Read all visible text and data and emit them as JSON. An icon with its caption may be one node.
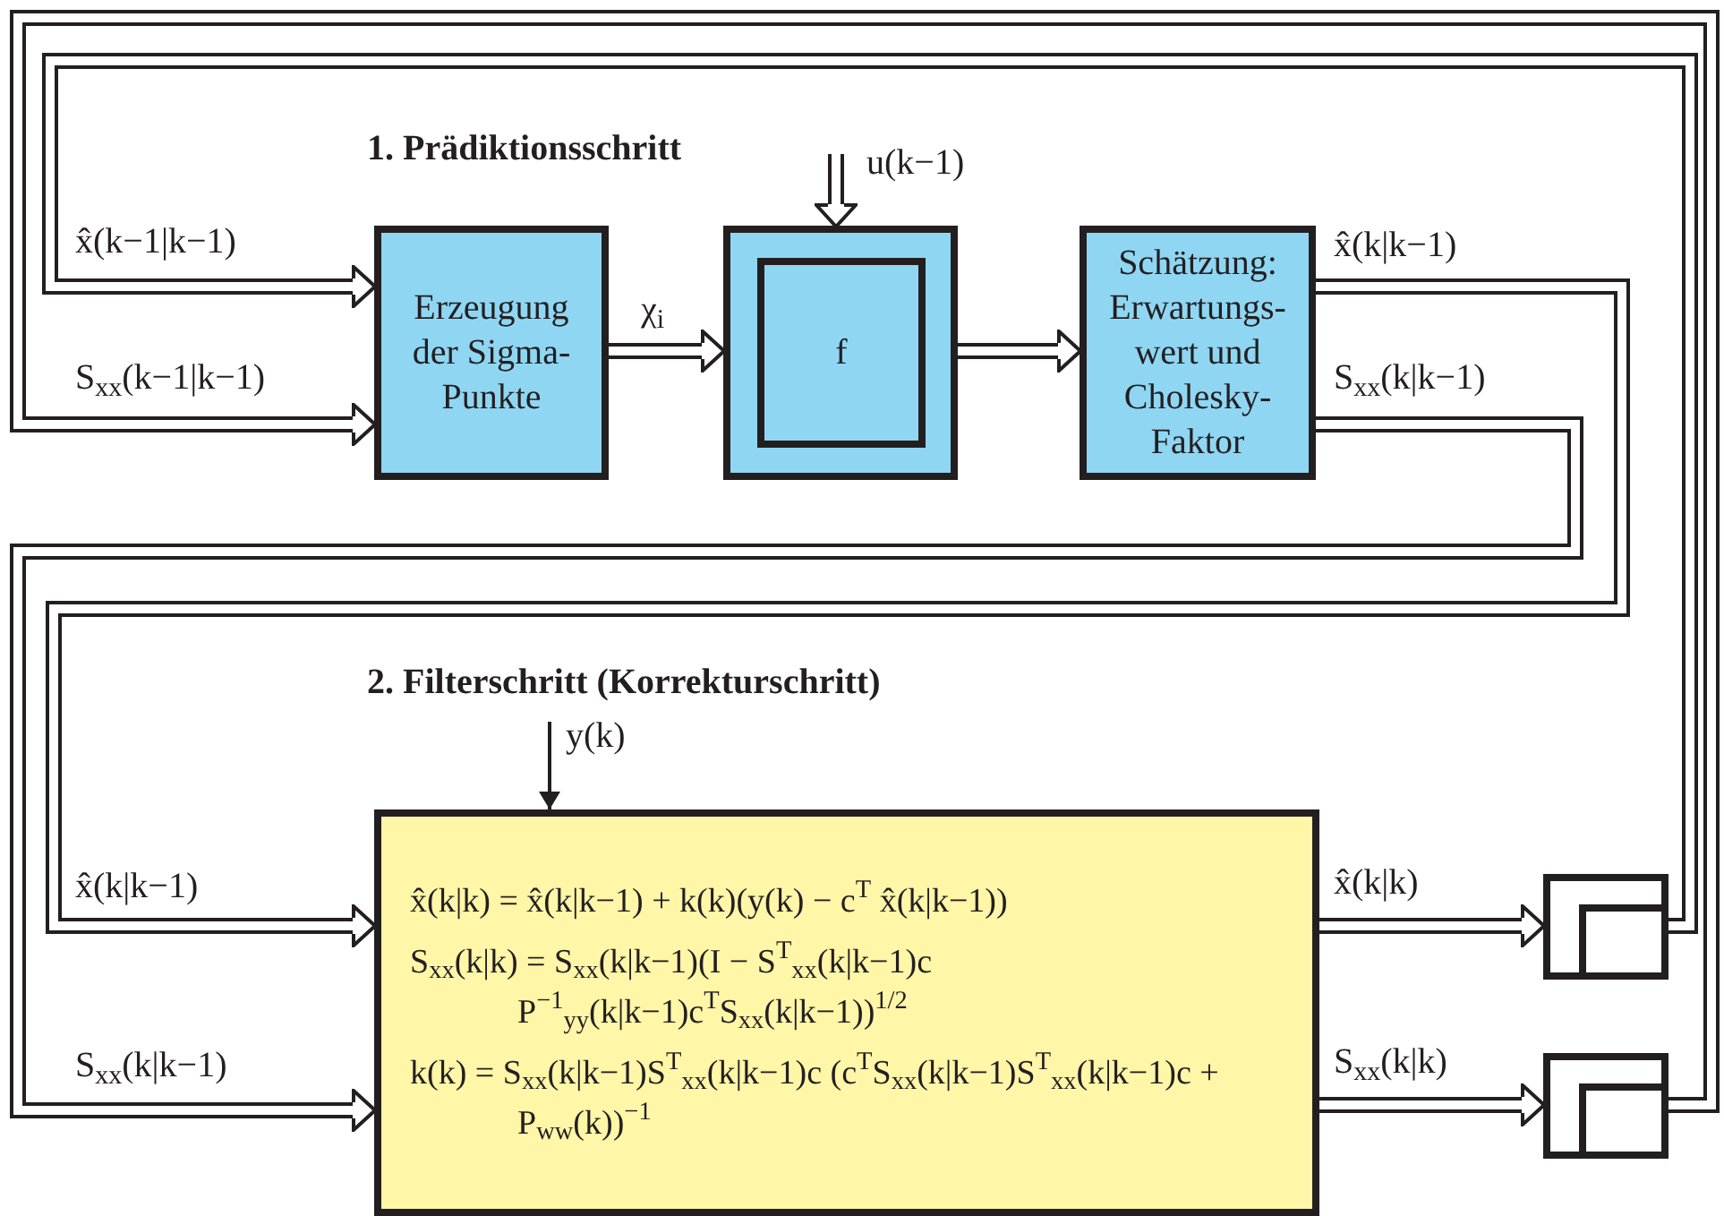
{
  "diagram": {
    "nodes": [
      {
        "text": [
          "Erzeugung der Sigma-Punkte"
        ]
      },
      {
        "text": [],
        "shape": "box"
      },
      {
        "text": [
          "f"
        ],
        "in": 1
      },
      {
        "text": [
          "Schätzung: Erwartungs-wert und Cholesky-Faktor"
        ]
      },
      {
        "text": [
          "x̂(k|k) = x̂(k|k−1) + k(k)(y(k) − c$^{T}$ x̂(k|k−1))",
          "S$_{xx}$(k|k) = S$_{xx}$(k|k−1)(I − S$^{T}$$_{xx}$(k|k−1)c P$^{−1}$$_{yy}$(k|k−1)c$^{T}$S$_{xx}$(k|k−1))$^{1/2}$",
          "k(k) = S$_{xx}$(k|k−1)S$^{T}$$_{xx}$(k|k−1)c (c$^{T}$S$_{xx}$(k|k−1)S$^{T}$$_{xx}$(k|k−1)c + P$_{ww}$(k))$^{−1}$"
        ]
      },
      {
        "text": [],
        "shape": "box"
      },
      {
        "text": [],
        "shape": "box"
      }
    ],
    "edges": [
      {
        "from": 0,
        "to": 1,
        "arrow": "to",
        "label": "χ$_{i}$"
      },
      {
        "from": 1,
        "to": 3,
        "arrow": "to"
      },
      {
        "from": null,
        "to": 1,
        "arrow": "to",
        "label": "u(k−1)"
      },
      {
        "from": 3,
        "to": 4,
        "arrow": "to",
        "label": "x̂(k|k−1)"
      },
      {
        "from": 3,
        "to": 4,
        "arrow": "to",
        "label": "S$_{xx}$(k|k−1)"
      },
      {
        "from": 4,
        "to": 5,
        "arrow": "to",
        "label": "x̂(k|k)"
      },
      {
        "from": 4,
        "to": 6,
        "arrow": "to",
        "label": "S$_{xx}$(k|k)"
      },
      {
        "from": 5,
        "to": 0,
        "arrow": "to",
        "label": "x̂(k−1|k−1)"
      },
      {
        "from": 6,
        "to": 0,
        "arrow": "to",
        "label": "S$_{xx}$(k−1|k−1)"
      },
      {
        "from": null,
        "to": 4,
        "arrow": "to",
        "label": "y(k)"
      }
    ],
    "labels": [
      "1. Prädiktionsschritt",
      "2. Filterschritt (Korrekturschritt)",
      "x̂(k|k−1)",
      "S$_{xx}$(k|k−1)"
    ]
  }
}
